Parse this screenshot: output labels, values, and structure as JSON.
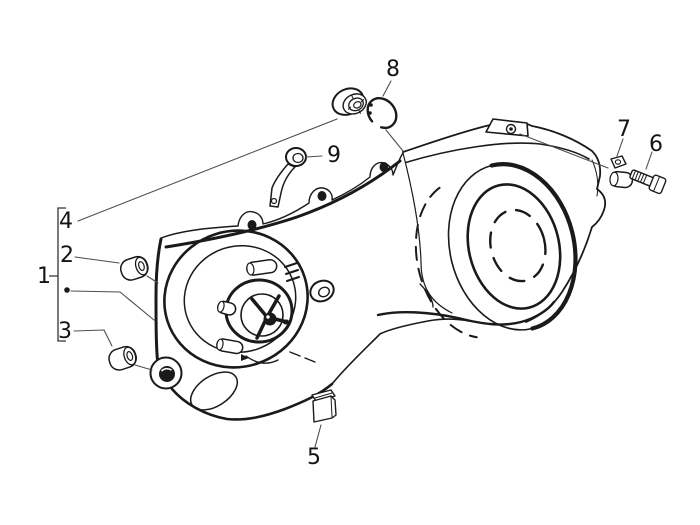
{
  "colors": {
    "background": "#ffffff",
    "line": "#1a1a1a",
    "leader": "#4d4d4d"
  },
  "callouts": [
    {
      "number": "1"
    },
    {
      "number": "2"
    },
    {
      "number": "3"
    },
    {
      "number": "4"
    },
    {
      "number": "5"
    },
    {
      "number": "6"
    },
    {
      "number": "7"
    },
    {
      "number": "8"
    },
    {
      "number": "9"
    }
  ]
}
